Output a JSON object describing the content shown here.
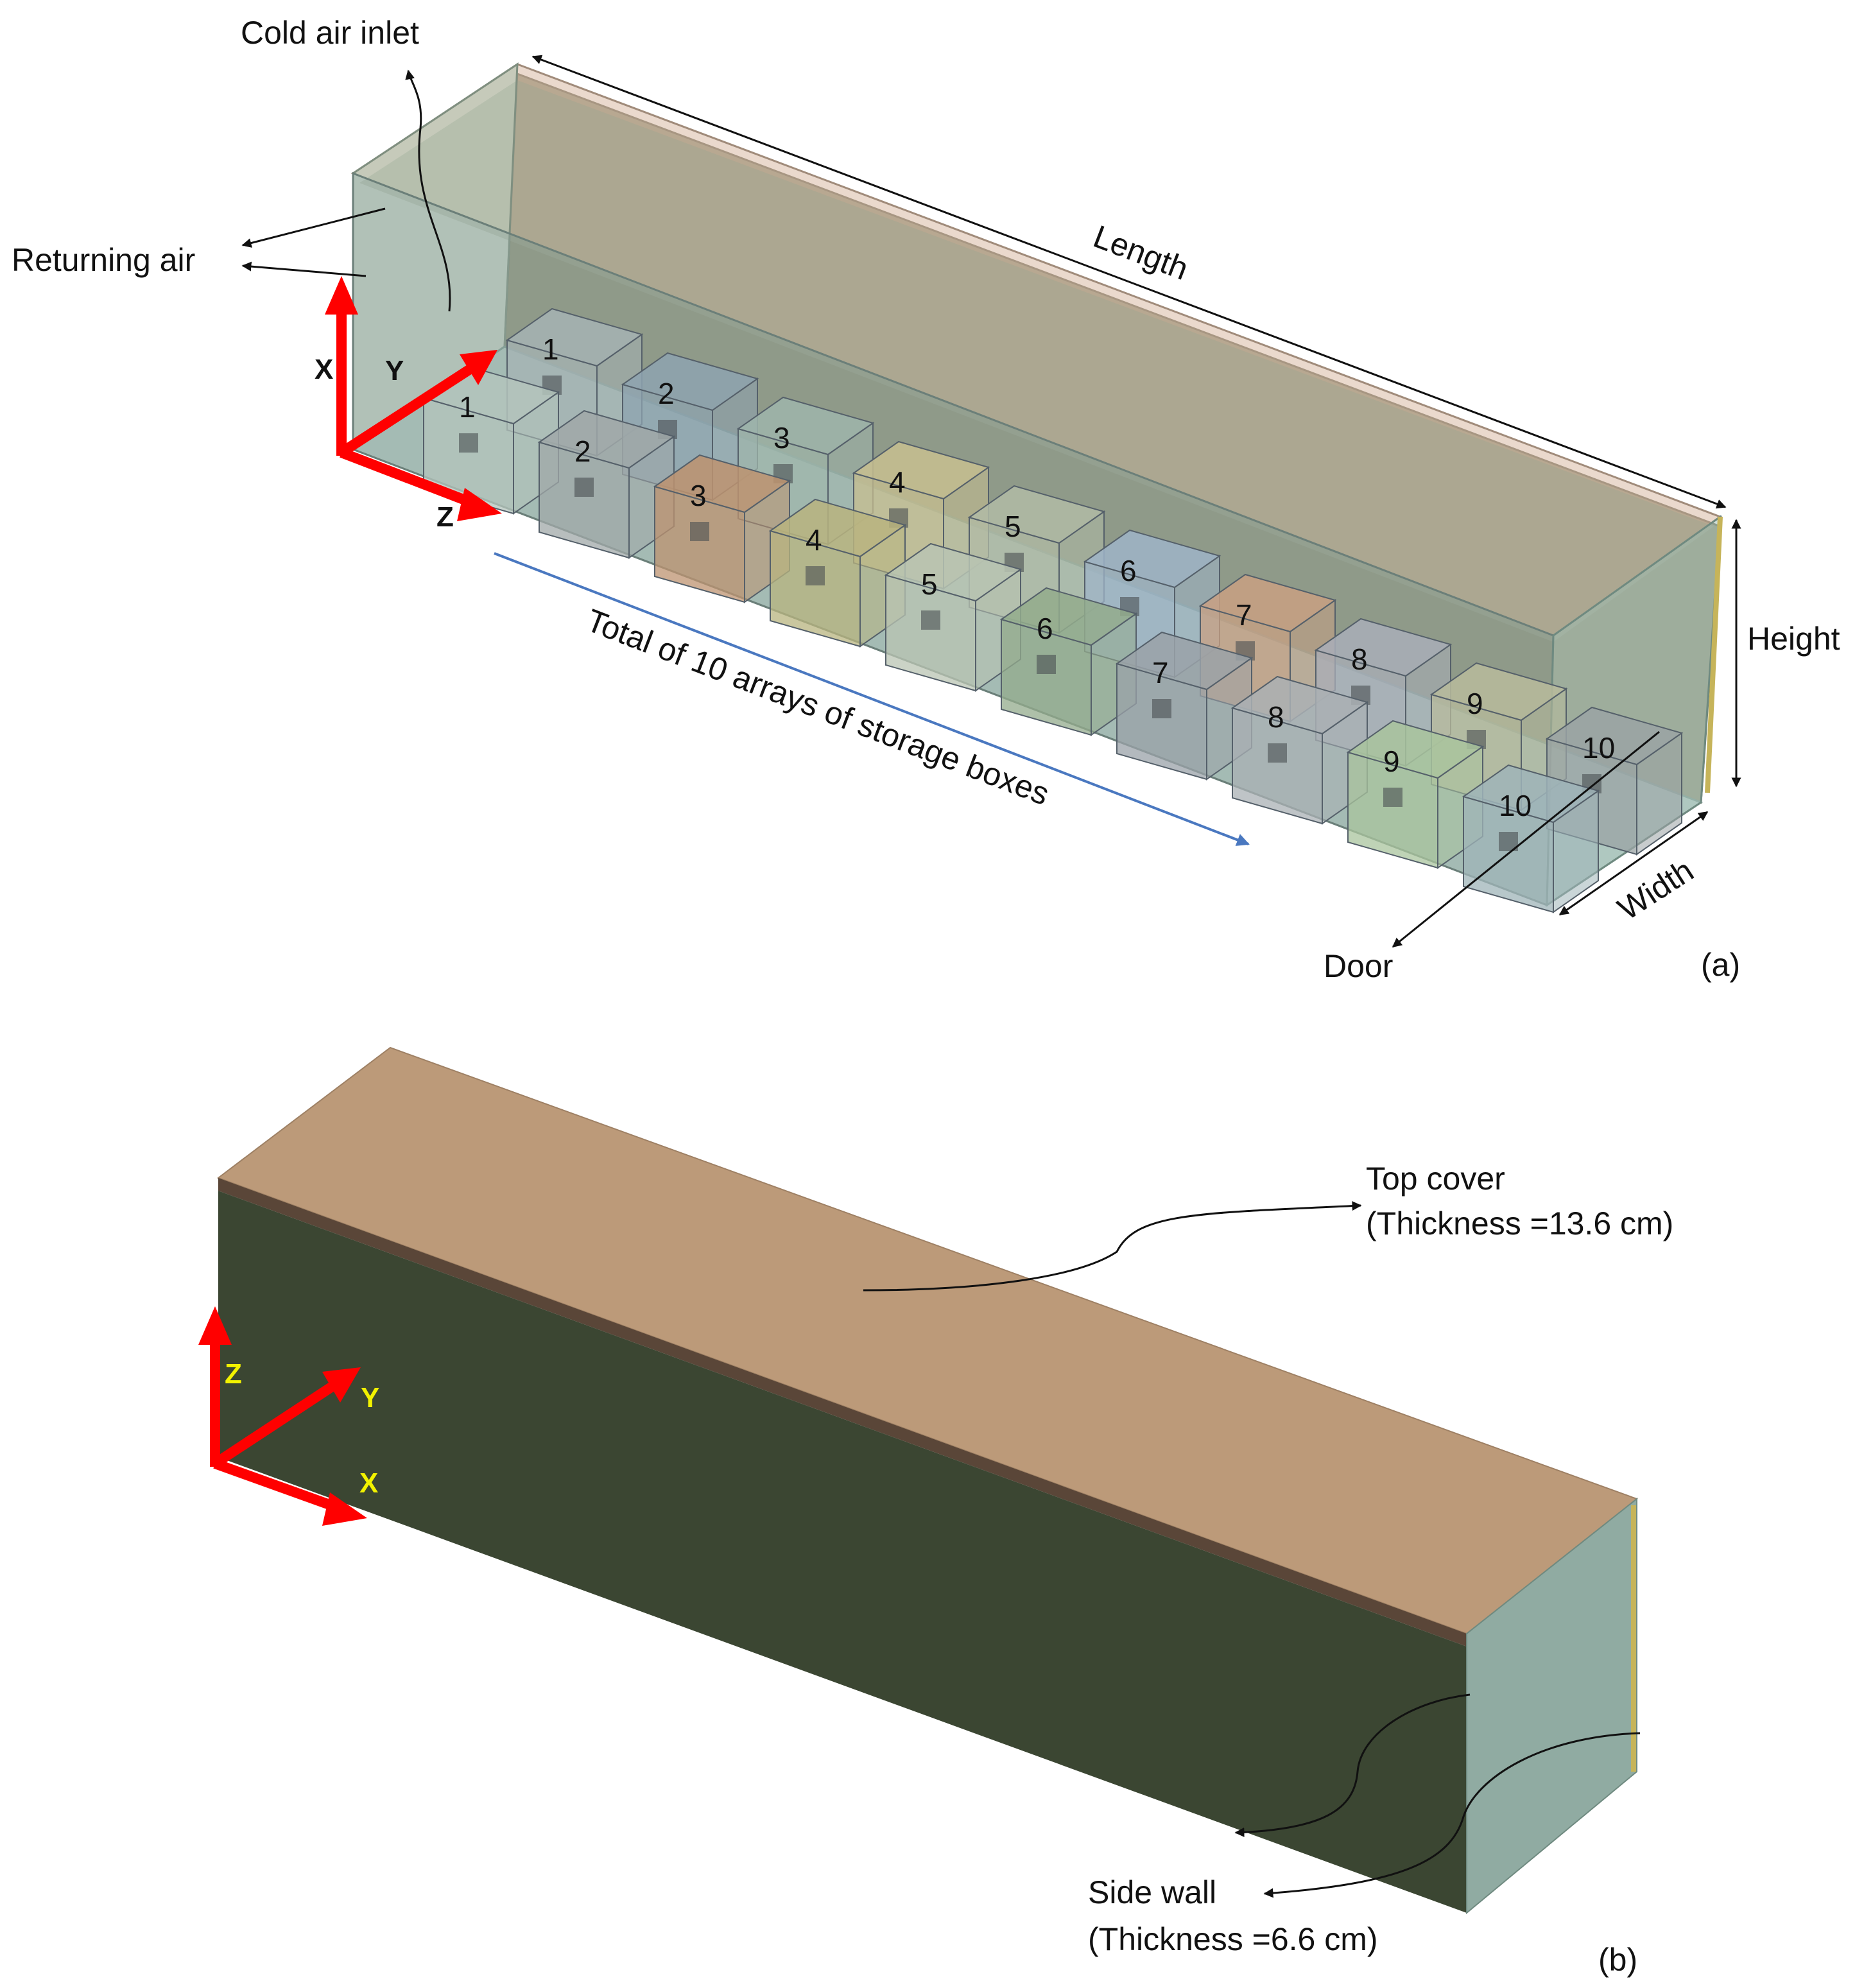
{
  "panel_a": {
    "labels": {
      "cold_air_inlet": "Cold air inlet",
      "returning_air": "Returning air",
      "length": "Length",
      "height": "Height",
      "width": "Width",
      "door": "Door",
      "arrays_note": "Total of 10 arrays of storage boxes",
      "panel_tag": "(a)"
    },
    "axes": {
      "x": "X",
      "y": "Y",
      "z": "Z"
    },
    "back_row_numbers": [
      "1",
      "2",
      "3",
      "4",
      "5",
      "6",
      "7",
      "8",
      "9",
      "10"
    ],
    "front_row_numbers": [
      "1",
      "2",
      "3",
      "4",
      "5",
      "6",
      "7",
      "8",
      "9",
      "10"
    ]
  },
  "panel_b": {
    "labels": {
      "top_cover": "Top cover",
      "top_cover_thickness": "(Thickness =13.6 cm)",
      "side_wall": "Side wall",
      "side_wall_thickness": "(Thickness =6.6 cm)",
      "panel_tag": "(b)"
    },
    "axes": {
      "z": "Z",
      "y": "Y",
      "x": "X"
    }
  },
  "colors": {
    "axis_arrow": "#ff0000",
    "axis_label_b": "#f2f200",
    "container_back_wall": "#8a8c74",
    "container_top_edge": "#d8b9a4",
    "container_floor": "#a9c6c0",
    "cover_top": "#bc9a79",
    "cover_side": "#3b4632",
    "cover_end": "#90aba2",
    "guide_arrow": "#4a78c0"
  }
}
